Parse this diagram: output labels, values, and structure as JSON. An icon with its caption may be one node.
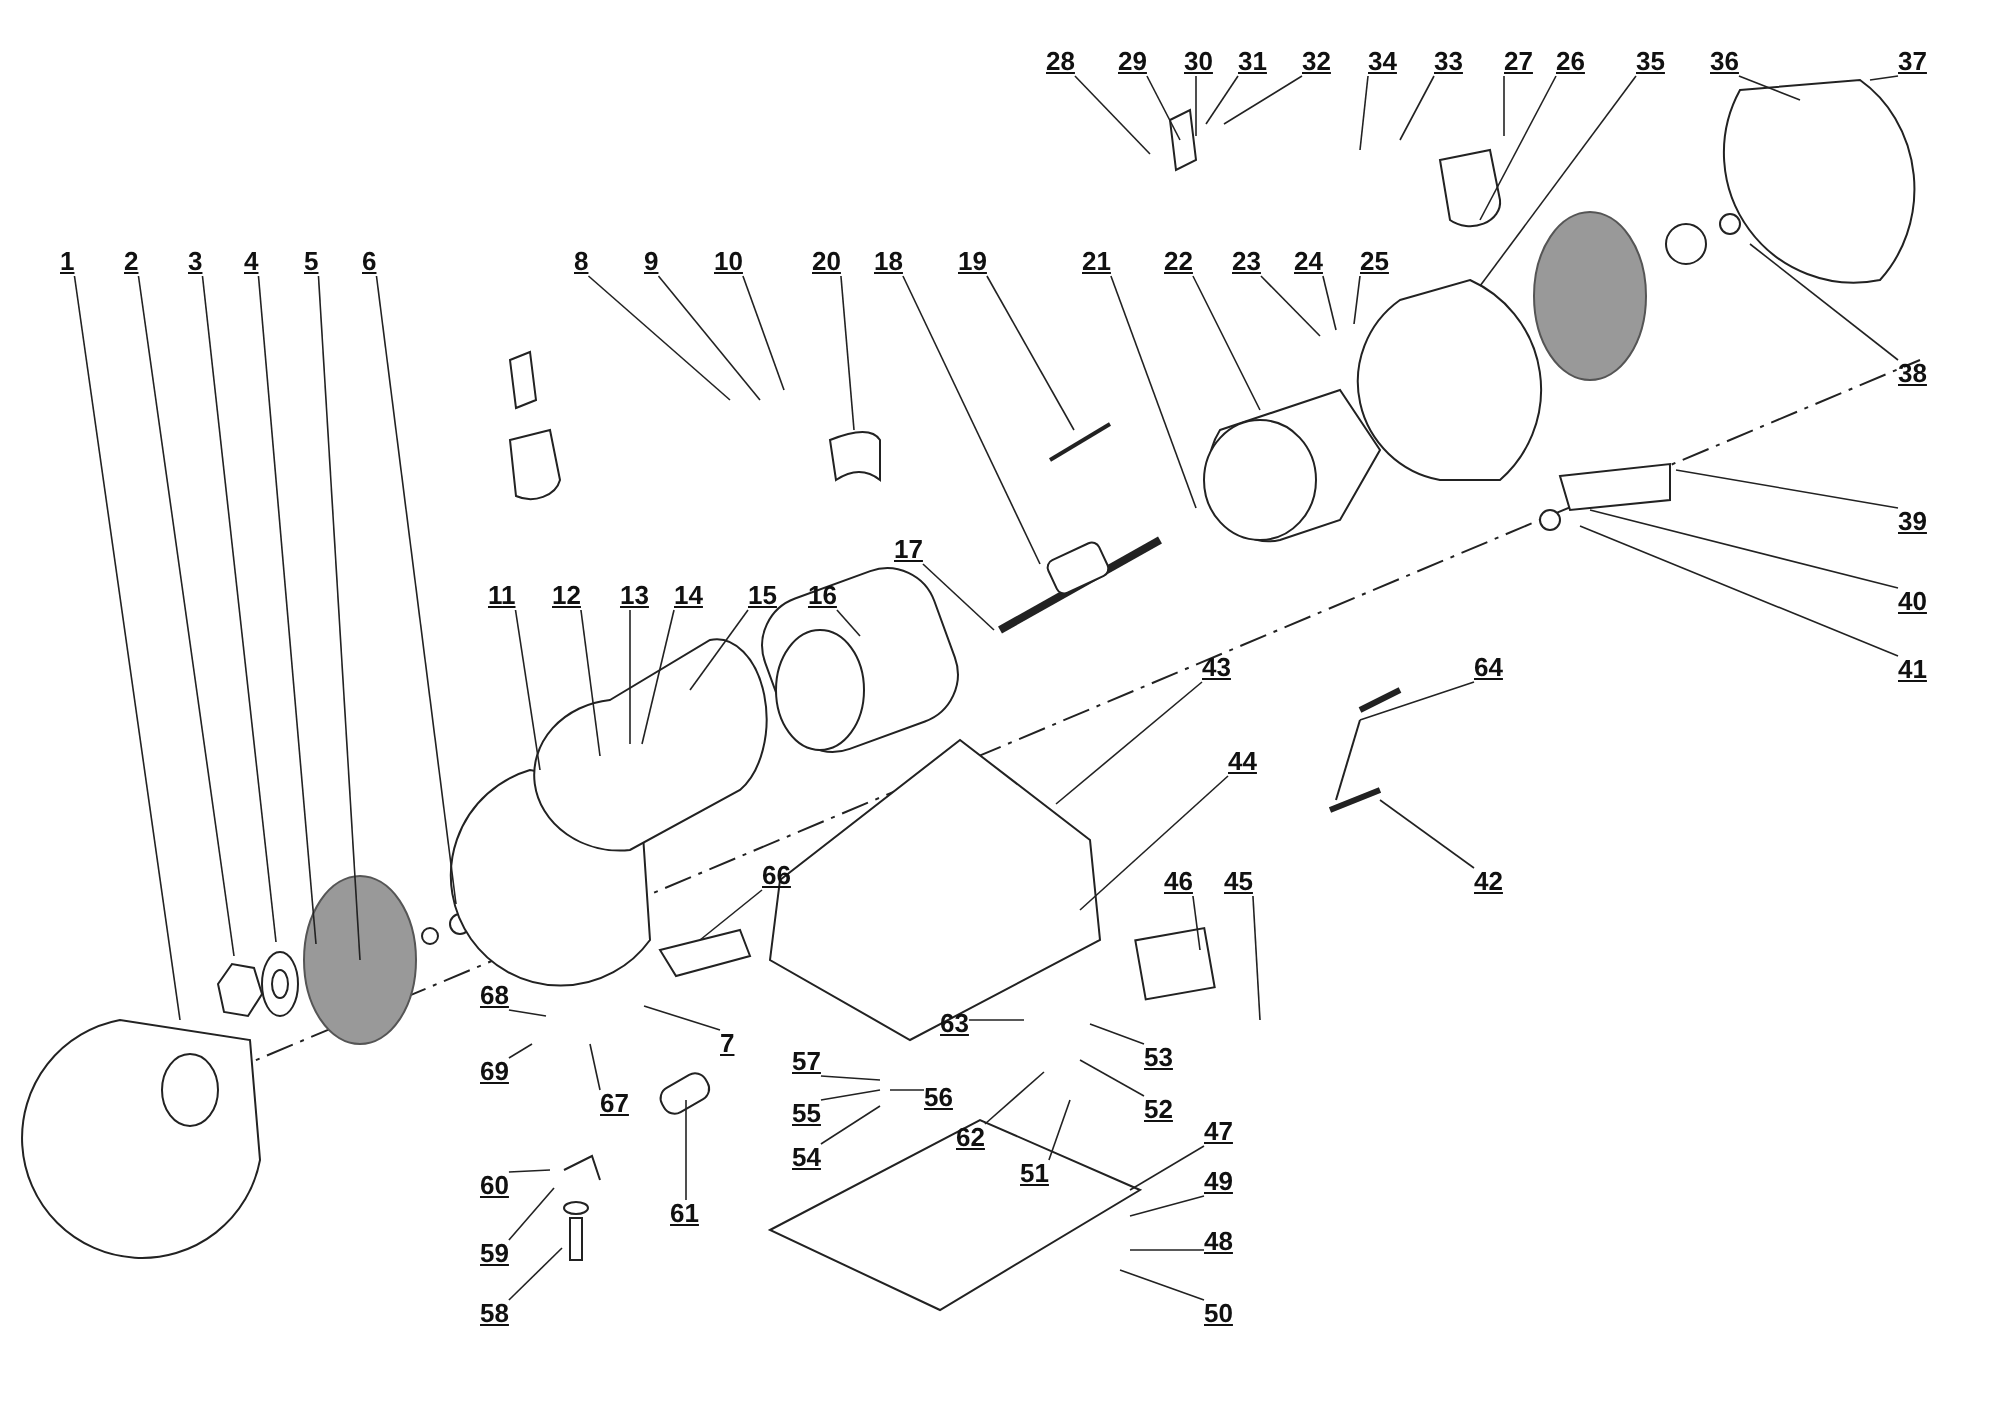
{
  "diagram": {
    "nodes": [
      {
        "text": [
          "1"
        ]
      },
      {
        "text": [
          "2"
        ]
      },
      {
        "text": [
          "3"
        ]
      },
      {
        "text": [
          "4"
        ]
      },
      {
        "text": [
          "5"
        ]
      },
      {
        "text": [
          "6"
        ]
      },
      {
        "text": [
          "7"
        ]
      },
      {
        "text": [
          "8"
        ]
      },
      {
        "text": [
          "9"
        ]
      },
      {
        "text": [
          "10"
        ]
      },
      {
        "text": [
          "11"
        ]
      },
      {
        "text": [
          "12"
        ]
      },
      {
        "text": [
          "13"
        ]
      },
      {
        "text": [
          "14"
        ]
      },
      {
        "text": [
          "15"
        ]
      },
      {
        "text": [
          "16"
        ]
      },
      {
        "text": [
          "17"
        ]
      },
      {
        "text": [
          "18"
        ]
      },
      {
        "text": [
          "19"
        ]
      },
      {
        "text": [
          "20"
        ]
      },
      {
        "text": [
          "21"
        ]
      },
      {
        "text": [
          "22"
        ]
      },
      {
        "text": [
          "23"
        ]
      },
      {
        "text": [
          "24"
        ]
      },
      {
        "text": [
          "25"
        ]
      },
      {
        "text": [
          "26"
        ]
      },
      {
        "text": [
          "27"
        ]
      },
      {
        "text": [
          "28"
        ]
      },
      {
        "text": [
          "29"
        ]
      },
      {
        "text": [
          "30"
        ]
      },
      {
        "text": [
          "31"
        ]
      },
      {
        "text": [
          "32"
        ]
      },
      {
        "text": [
          "33"
        ]
      },
      {
        "text": [
          "34"
        ]
      },
      {
        "text": [
          "35"
        ]
      },
      {
        "text": [
          "36"
        ]
      },
      {
        "text": [
          "37"
        ]
      },
      {
        "text": [
          "38"
        ]
      },
      {
        "text": [
          "39"
        ]
      },
      {
        "text": [
          "40"
        ]
      },
      {
        "text": [
          "41"
        ]
      },
      {
        "text": [
          "42"
        ]
      },
      {
        "text": [
          "43"
        ]
      },
      {
        "text": [
          "44"
        ]
      },
      {
        "text": [
          "45"
        ]
      },
      {
        "text": [
          "46"
        ]
      },
      {
        "text": [
          "47"
        ]
      },
      {
        "text": [
          "48"
        ]
      },
      {
        "text": [
          "49"
        ]
      },
      {
        "text": [
          "50"
        ]
      },
      {
        "text": [
          "51"
        ]
      },
      {
        "text": [
          "52"
        ]
      },
      {
        "text": [
          "53"
        ]
      },
      {
        "text": [
          "54"
        ]
      },
      {
        "text": [
          "55"
        ]
      },
      {
        "text": [
          "56"
        ]
      },
      {
        "text": [
          "57"
        ]
      },
      {
        "text": [
          "58"
        ]
      },
      {
        "text": [
          "59"
        ]
      },
      {
        "text": [
          "60"
        ]
      },
      {
        "text": [
          "61"
        ]
      },
      {
        "text": [
          "62"
        ]
      },
      {
        "text": [
          "63"
        ]
      },
      {
        "text": [
          "64"
        ]
      },
      {
        "text": [
          "66"
        ]
      },
      {
        "text": [
          "67"
        ]
      },
      {
        "text": [
          "68"
        ]
      },
      {
        "text": [
          "69"
        ]
      }
    ],
    "edges": [
      {
        "from": 0,
        "to": null,
        "arrow": "none"
      },
      {
        "from": 1,
        "to": null,
        "arrow": "none"
      },
      {
        "from": 2,
        "to": null,
        "arrow": "none"
      },
      {
        "from": 3,
        "to": null,
        "arrow": "none"
      },
      {
        "from": 4,
        "to": null,
        "arrow": "none"
      },
      {
        "from": 5,
        "to": null,
        "arrow": "none"
      },
      {
        "from": 6,
        "to": null,
        "arrow": "none"
      },
      {
        "from": 7,
        "to": null,
        "arrow": "none"
      },
      {
        "from": 8,
        "to": null,
        "arrow": "none"
      },
      {
        "from": 9,
        "to": null,
        "arrow": "none"
      },
      {
        "from": 10,
        "to": null,
        "arrow": "none"
      },
      {
        "from": 11,
        "to": null,
        "arrow": "none"
      },
      {
        "from": 12,
        "to": null,
        "arrow": "none"
      },
      {
        "from": 13,
        "to": null,
        "arrow": "none"
      },
      {
        "from": 14,
        "to": null,
        "arrow": "none"
      },
      {
        "from": 15,
        "to": null,
        "arrow": "none"
      },
      {
        "from": 16,
        "to": null,
        "arrow": "none"
      },
      {
        "from": 17,
        "to": null,
        "arrow": "none"
      },
      {
        "from": 18,
        "to": null,
        "arrow": "none"
      },
      {
        "from": 19,
        "to": null,
        "arrow": "none"
      },
      {
        "from": 20,
        "to": null,
        "arrow": "none"
      },
      {
        "from": 21,
        "to": null,
        "arrow": "none"
      },
      {
        "from": 22,
        "to": null,
        "arrow": "none"
      },
      {
        "from": 23,
        "to": null,
        "arrow": "none"
      },
      {
        "from": 24,
        "to": null,
        "arrow": "none"
      },
      {
        "from": 25,
        "to": null,
        "arrow": "none"
      },
      {
        "from": 26,
        "to": null,
        "arrow": "none"
      },
      {
        "from": 27,
        "to": null,
        "arrow": "none"
      },
      {
        "from": 28,
        "to": null,
        "arrow": "none"
      },
      {
        "from": 29,
        "to": null,
        "arrow": "none"
      },
      {
        "from": 30,
        "to": null,
        "arrow": "none"
      },
      {
        "from": 31,
        "to": null,
        "arrow": "none"
      },
      {
        "from": 32,
        "to": null,
        "arrow": "none"
      },
      {
        "from": 33,
        "to": null,
        "arrow": "none"
      },
      {
        "from": 34,
        "to": null,
        "arrow": "none"
      },
      {
        "from": 35,
        "to": null,
        "arrow": "none"
      },
      {
        "from": 36,
        "to": null,
        "arrow": "none"
      },
      {
        "from": 37,
        "to": null,
        "arrow": "none"
      },
      {
        "from": 38,
        "to": null,
        "arrow": "none"
      },
      {
        "from": 39,
        "to": null,
        "arrow": "none"
      },
      {
        "from": 40,
        "to": null,
        "arrow": "none"
      },
      {
        "from": 41,
        "to": null,
        "arrow": "none"
      },
      {
        "from": 42,
        "to": null,
        "arrow": "none"
      },
      {
        "from": 43,
        "to": null,
        "arrow": "none"
      },
      {
        "from": 44,
        "to": null,
        "arrow": "none"
      },
      {
        "from": 45,
        "to": null,
        "arrow": "none"
      },
      {
        "from": 46,
        "to": null,
        "arrow": "none"
      },
      {
        "from": 47,
        "to": null,
        "arrow": "none"
      },
      {
        "from": 48,
        "to": null,
        "arrow": "none"
      },
      {
        "from": 49,
        "to": null,
        "arrow": "none"
      },
      {
        "from": 50,
        "to": null,
        "arrow": "none"
      },
      {
        "from": 51,
        "to": null,
        "arrow": "none"
      },
      {
        "from": 52,
        "to": null,
        "arrow": "none"
      },
      {
        "from": 53,
        "to": null,
        "arrow": "none"
      },
      {
        "from": 54,
        "to": null,
        "arrow": "none"
      },
      {
        "from": 55,
        "to": null,
        "arrow": "none"
      },
      {
        "from": 56,
        "to": null,
        "arrow": "none"
      },
      {
        "from": 57,
        "to": null,
        "arrow": "none"
      },
      {
        "from": 58,
        "to": null,
        "arrow": "none"
      },
      {
        "from": 59,
        "to": null,
        "arrow": "none"
      },
      {
        "from": 60,
        "to": null,
        "arrow": "none"
      },
      {
        "from": 61,
        "to": null,
        "arrow": "none"
      },
      {
        "from": 62,
        "to": null,
        "arrow": "none"
      },
      {
        "from": 63,
        "to": null,
        "arrow": "none"
      },
      {
        "from": 64,
        "to": null,
        "arrow": "none"
      },
      {
        "from": 65,
        "to": null,
        "arrow": "none"
      },
      {
        "from": 66,
        "to": null,
        "arrow": "none"
      },
      {
        "from": 67,
        "to": null,
        "arrow": "none"
      }
    ]
  }
}
